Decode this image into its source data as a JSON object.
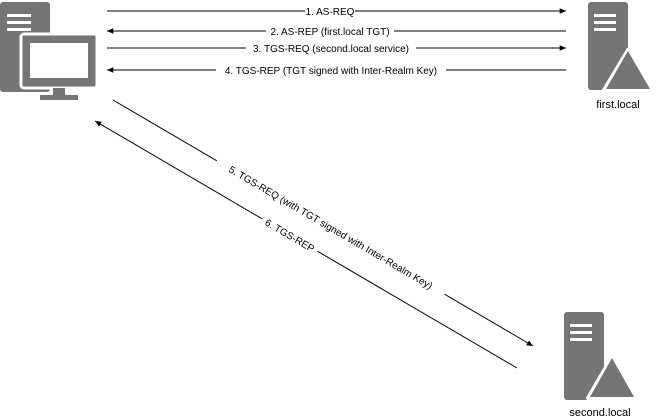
{
  "nodes": {
    "client": {
      "label": ""
    },
    "first": {
      "label": "first.local"
    },
    "second": {
      "label": "second.local"
    }
  },
  "messages": {
    "m1": "1. AS-REQ",
    "m2": "2. AS-REP (first.local TGT)",
    "m3": "3. TGS-REQ (second.local service)",
    "m4": "4. TGS-REP (TGT signed with Inter-Realm Key)",
    "m5": "5. TGS-REQ (with TGT signed with Inter-Realm Key)",
    "m6": "6. TGS-REP"
  },
  "colors": {
    "icon": "#757575",
    "screen": "#ffffff",
    "line": "#000000"
  }
}
